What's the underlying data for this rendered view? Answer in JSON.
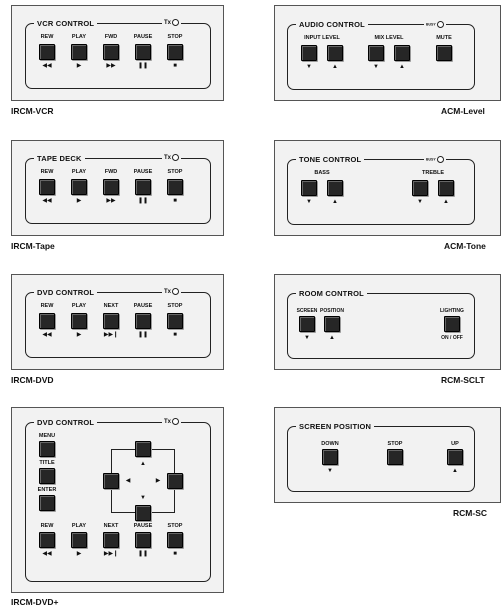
{
  "captions": {
    "vcr": "IRCM-VCR",
    "tape": "IRCM-Tape",
    "dvd": "IRCM-DVD",
    "dvdplus": "IRCM-DVD+",
    "acm_level": "ACM-Level",
    "acm_tone": "ACM-Tone",
    "rcm_sclt": "RCM-SCLT",
    "rcm_sc": "RCM-SC"
  },
  "vcr": {
    "title": "VCR CONTROL",
    "tx": "Tx",
    "labels": [
      "REW",
      "PLAY",
      "FWD",
      "PAUSE",
      "STOP"
    ],
    "symbols": [
      "◀◀",
      "▶",
      "▶▶",
      "❚❚",
      "■"
    ]
  },
  "tape": {
    "title": "TAPE DECK",
    "tx": "Tx",
    "labels": [
      "REW",
      "PLAY",
      "FWD",
      "PAUSE",
      "STOP"
    ],
    "symbols": [
      "◀◀",
      "▶",
      "▶▶",
      "❚❚",
      "■"
    ]
  },
  "dvd": {
    "title": "DVD CONTROL",
    "tx": "Tx",
    "labels": [
      "REW",
      "PLAY",
      "NEXT",
      "PAUSE",
      "STOP"
    ],
    "symbols": [
      "◀◀",
      "▶",
      "▶▶❙",
      "❚❚",
      "■"
    ]
  },
  "dvdplus": {
    "title": "DVD CONTROL",
    "tx": "Tx",
    "side_labels": [
      "MENU",
      "TITLE",
      "ENTER"
    ],
    "labels": [
      "REW",
      "PLAY",
      "NEXT",
      "PAUSE",
      "STOP"
    ],
    "symbols": [
      "◀◀",
      "▶",
      "▶▶❙",
      "❚❚",
      "■"
    ],
    "arrows": [
      "▲",
      "◀",
      "▶",
      "▼"
    ]
  },
  "audio": {
    "title": "AUDIO CONTROL",
    "busy": "BUSY",
    "group1": "INPUT LEVEL",
    "group2": "MIX LEVEL",
    "mute": "MUTE",
    "symbols": [
      "▼",
      "▲",
      "▼",
      "▲"
    ]
  },
  "tone": {
    "title": "TONE CONTROL",
    "busy": "BUSY",
    "group1": "BASS",
    "group2": "TREBLE",
    "symbols": [
      "▼",
      "▲",
      "▼",
      "▲"
    ]
  },
  "room": {
    "title": "ROOM CONTROL",
    "screen": "SCREEN",
    "position": "POSITION",
    "lighting": "LIGHTING",
    "onoff": "ON / OFF",
    "symbols": [
      "▼",
      "▲"
    ]
  },
  "screenpos": {
    "title": "SCREEN POSITION",
    "down": "DOWN",
    "stop": "STOP",
    "up": "UP",
    "symbols": [
      "▼",
      "▲"
    ]
  }
}
